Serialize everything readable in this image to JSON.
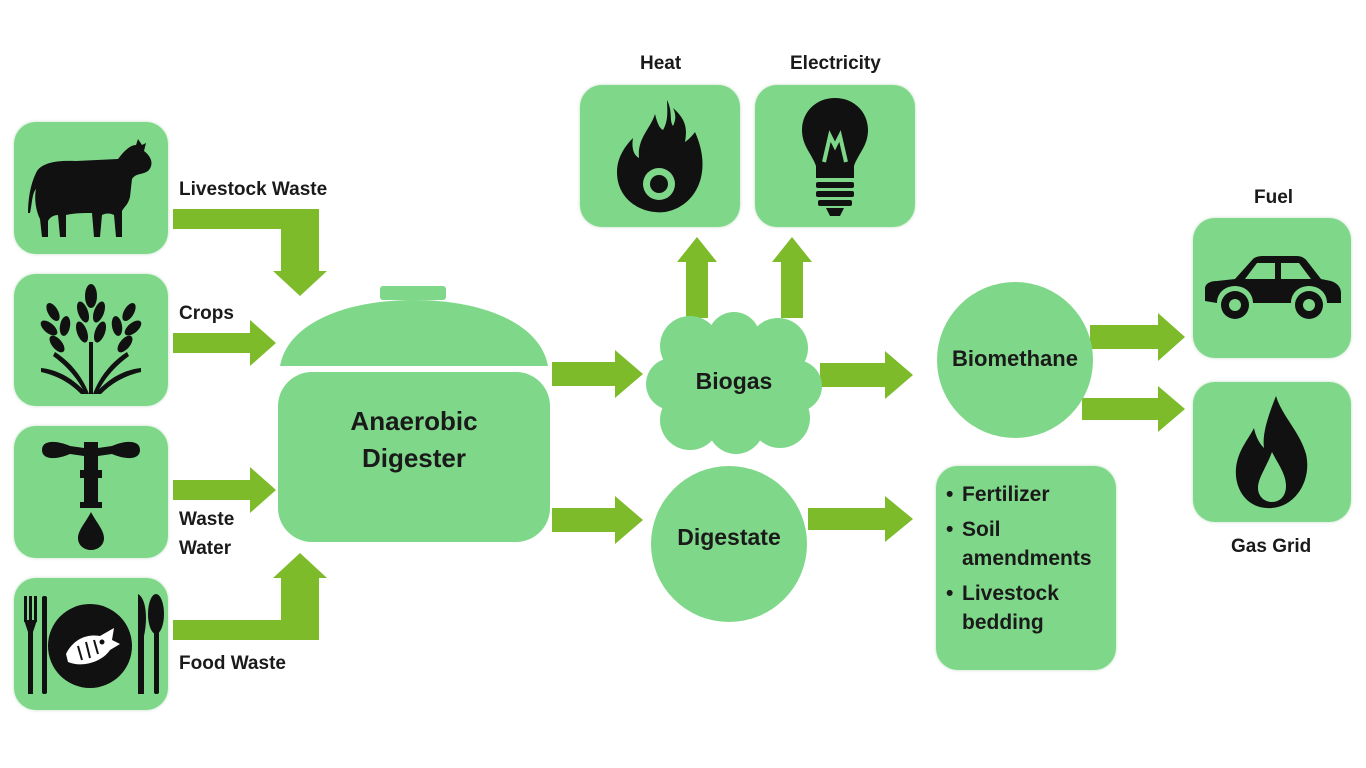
{
  "inputs": {
    "livestock": "Livestock Waste",
    "crops": "Crops",
    "waste_water": [
      "Waste",
      "Water"
    ],
    "food_waste": "Food Waste"
  },
  "digester": {
    "line1": "Anaerobic",
    "line2": "Digester"
  },
  "biogas": "Biogas",
  "digestate": "Digestate",
  "biomethane": "Biomethane",
  "outputs": {
    "heat": "Heat",
    "electricity": "Electricity",
    "fuel": "Fuel",
    "gas_grid": "Gas Grid"
  },
  "digestate_uses": [
    [
      "Fertilizer"
    ],
    [
      "Soil",
      "amendments"
    ],
    [
      "Livestock",
      "bedding"
    ]
  ],
  "colors": {
    "box": "#7fd88a",
    "arrow": "#7dbb2b",
    "icon": "#111111"
  }
}
